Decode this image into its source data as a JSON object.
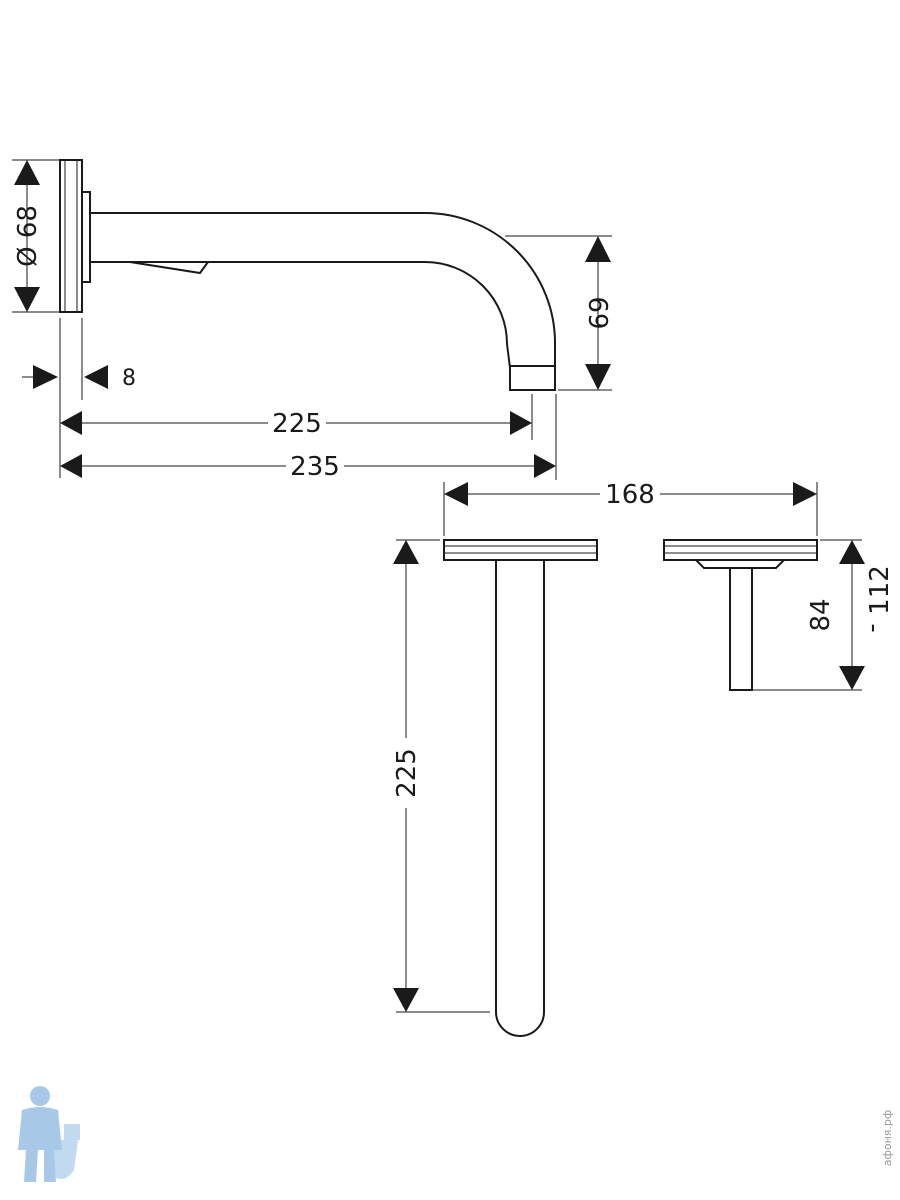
{
  "dimensions": {
    "flange_diameter": "Ø 68",
    "flange_thickness": "8",
    "spout_drop": "69",
    "spout_reach": "225",
    "overall_length": "235",
    "handle_spacing": "168",
    "handle_height": "84",
    "handle_depth": "112",
    "handle_separator": "-",
    "rough_length": "225"
  },
  "watermark": "афоня.рф",
  "colors": {
    "line": "#1a1a1a",
    "logo": "#8ab8e0",
    "watermark": "#9a9a9a"
  },
  "icons": {
    "logo": "plumber-mascot-icon"
  }
}
